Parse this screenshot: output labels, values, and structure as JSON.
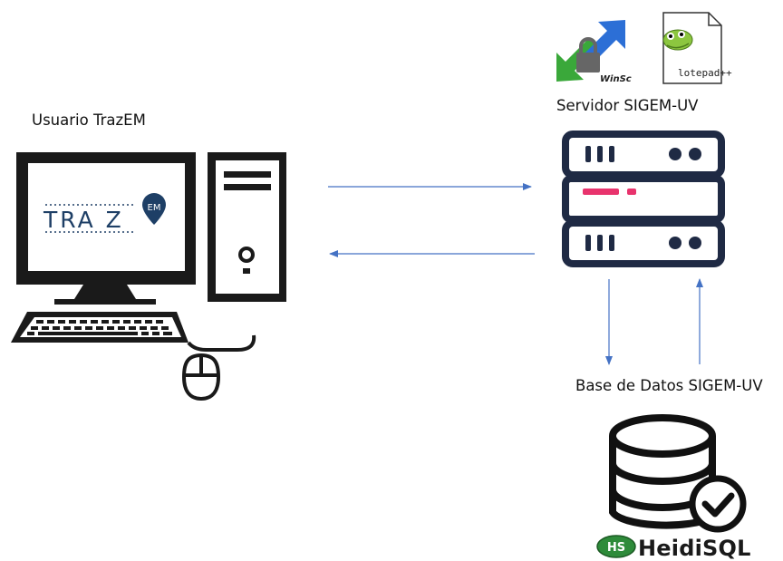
{
  "labels": {
    "user": "Usuario TrazEM",
    "server": "Servidor SIGEM-UV",
    "database": "Base de Datos SIGEM-UV"
  },
  "screen_logo": {
    "text": "TRA Z",
    "badge": "EM"
  },
  "tools": {
    "winscp": "WinSc",
    "notepad": "lotepad++",
    "heidi_badge": "HS",
    "heidi_name": "HeidiSQL"
  },
  "colors": {
    "icon_dark": "#1f2a44",
    "accent_pink": "#e8336d",
    "arrow": "#4472c4",
    "logo_blue": "#1e3f66",
    "heidi_green": "#2e8b3a"
  },
  "icons": [
    "computer-icon",
    "server-icon",
    "database-icon",
    "winscp-icon",
    "notepadpp-icon",
    "heidisql-icon"
  ]
}
